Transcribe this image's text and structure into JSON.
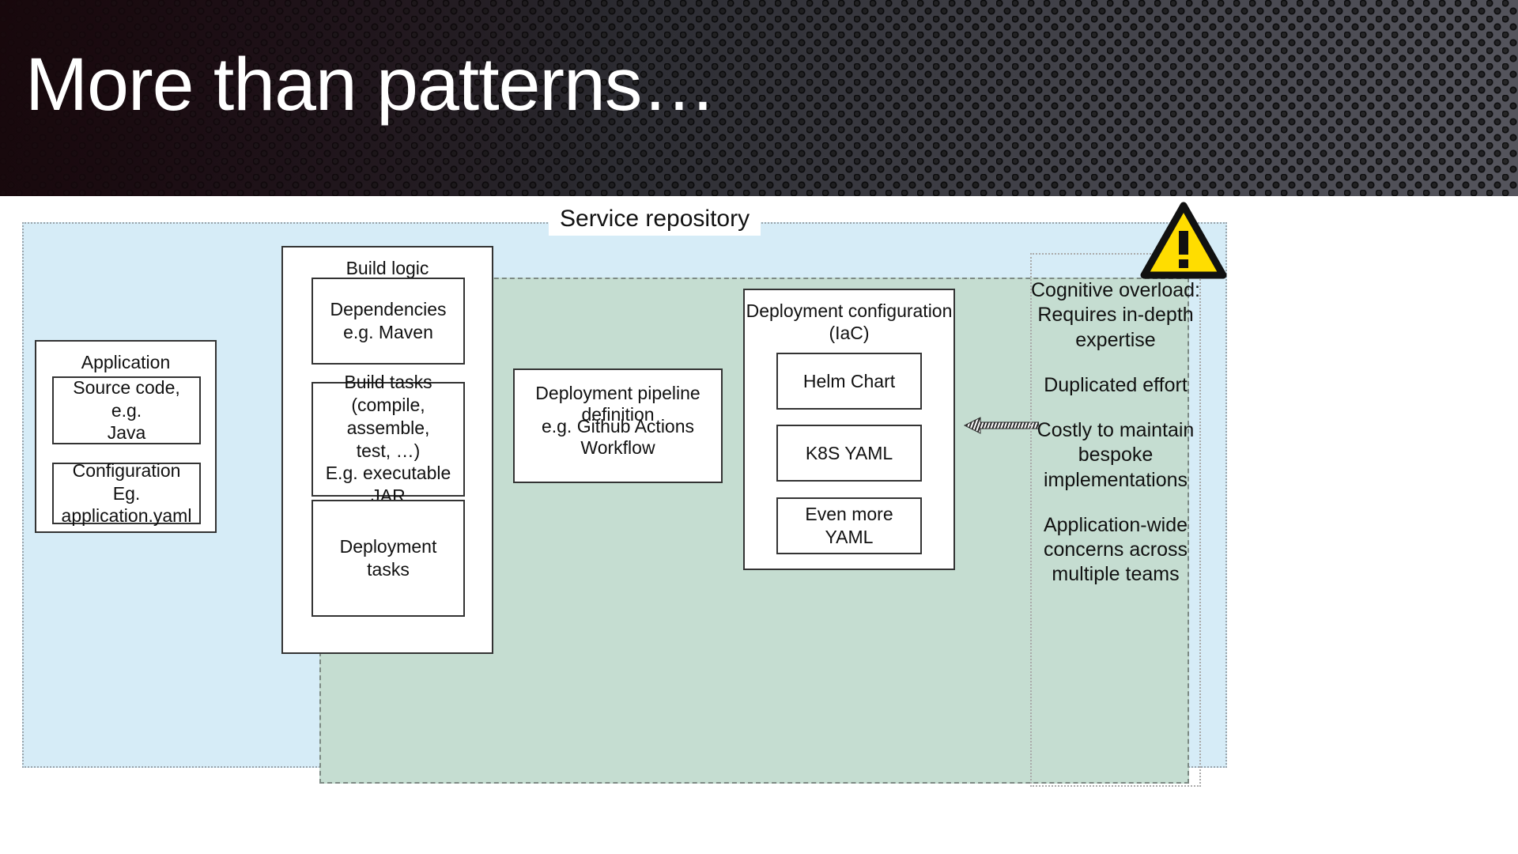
{
  "slide": {
    "title": "More than patterns…"
  },
  "diagram": {
    "outer_container": {
      "label": "Service repository",
      "fill": "#d6ecf7",
      "border_style": "dotted"
    },
    "inner_container": {
      "fill": "#c5ddd1",
      "border_style": "dashed"
    },
    "application": {
      "title": "Application",
      "items": [
        {
          "line1": "Source code, e.g.",
          "line2": "Java"
        },
        {
          "line1": "Configuration",
          "line2": "Eg. application.yaml"
        }
      ]
    },
    "build_logic": {
      "title": "Build logic",
      "items": [
        {
          "lines": [
            "Dependencies",
            "e.g. Maven"
          ]
        },
        {
          "lines": [
            "Build tasks",
            "(compile, assemble,",
            "test, …)",
            "E.g. executable JAR"
          ]
        },
        {
          "lines": [
            "Deployment tasks"
          ]
        }
      ]
    },
    "pipeline": {
      "line1": "Deployment pipeline definition",
      "line2": "e.g. Github Actions Workflow"
    },
    "deployment_configuration": {
      "title_line1": "Deployment configuration",
      "title_line2": "(IaC)",
      "items": [
        "Helm Chart",
        "K8S YAML",
        "Even more YAML"
      ]
    },
    "concerns": {
      "warning_icon": "warning-triangle-icon",
      "warning_color": "#ffdd00",
      "items": [
        "Cognitive overload: Requires in-depth expertise",
        "Duplicated effort",
        "Costly to maintain bespoke implementations",
        "Application-wide concerns across multiple teams"
      ]
    }
  }
}
